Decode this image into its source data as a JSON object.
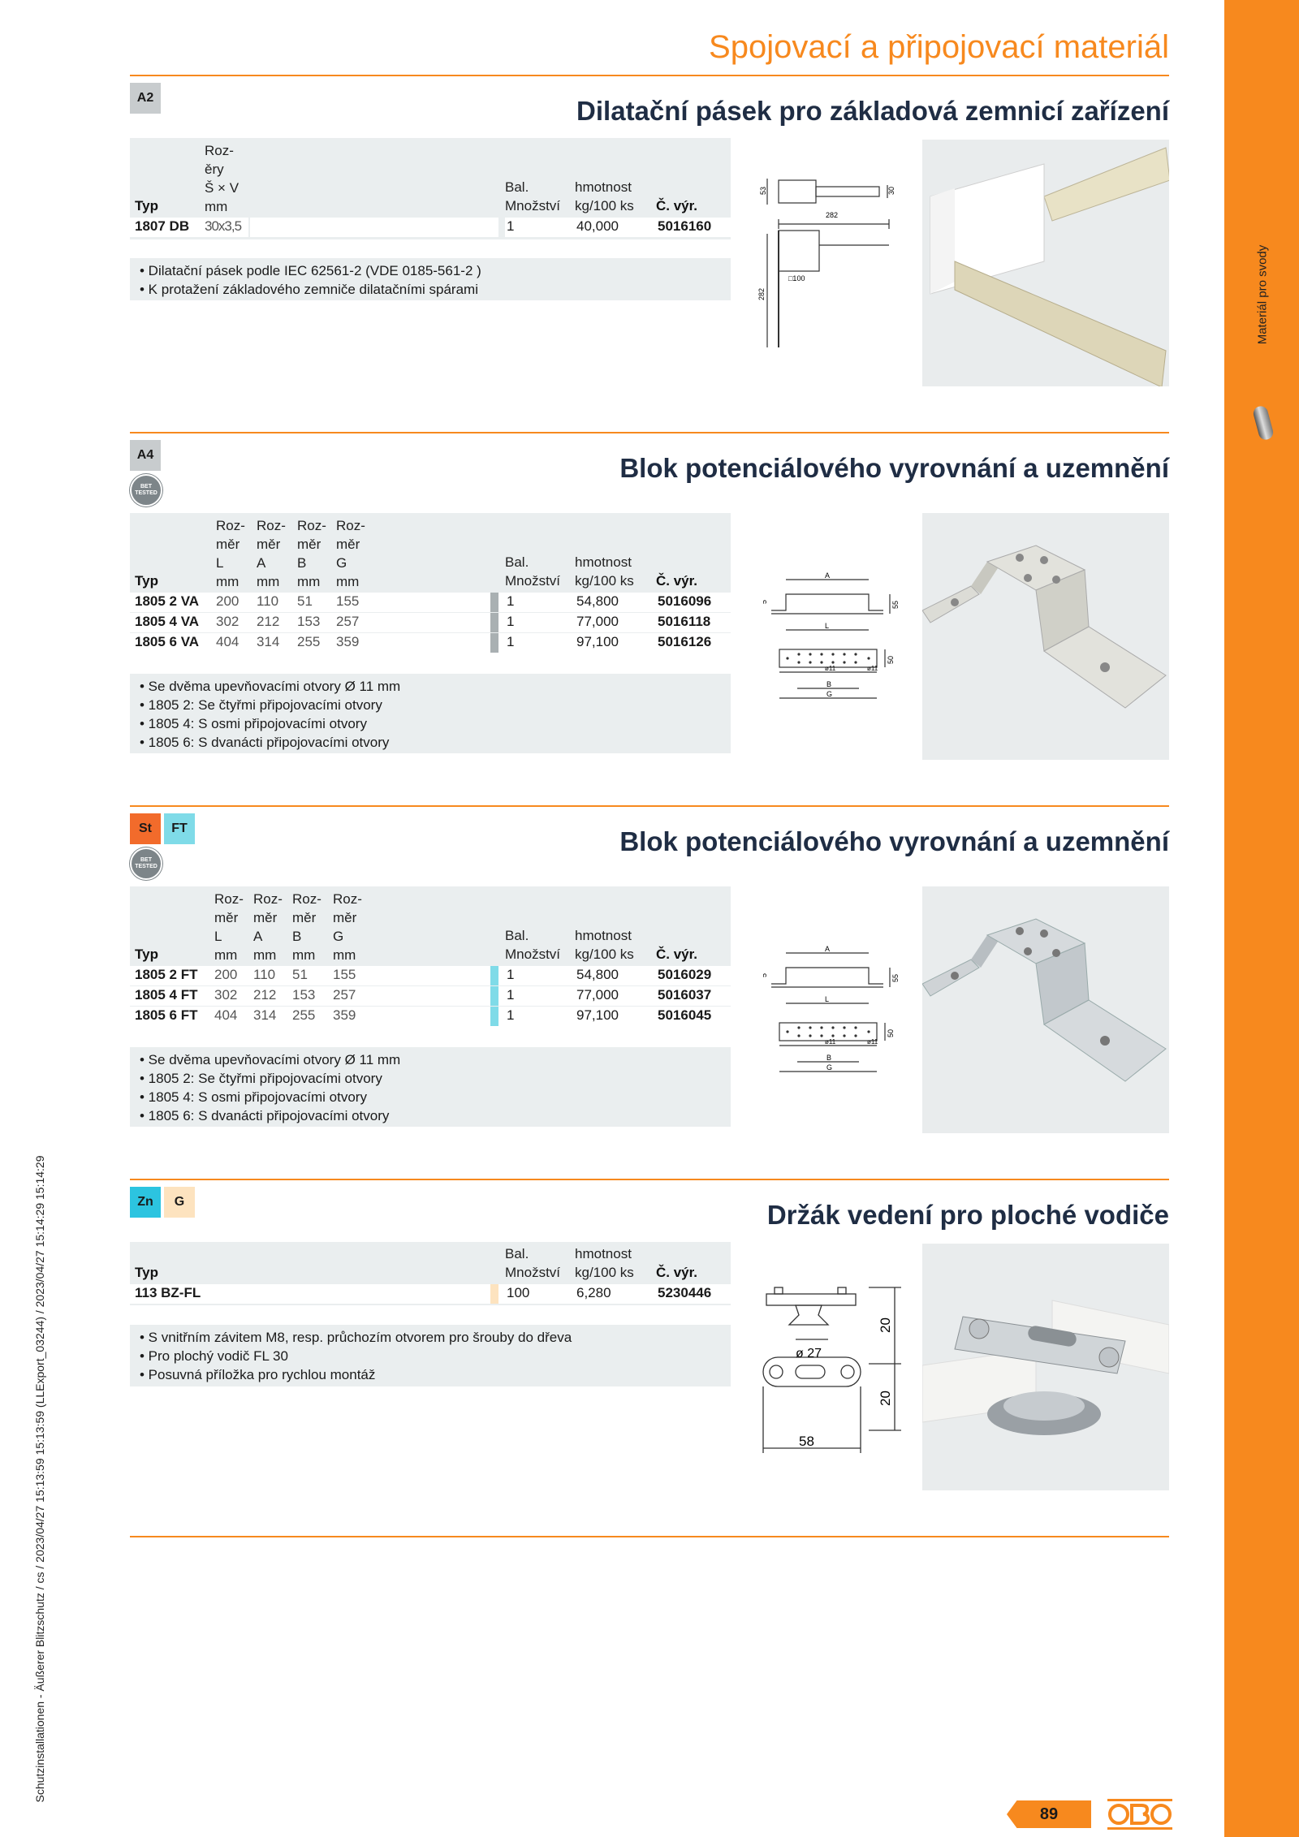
{
  "page_title": "Spojovací a připojovací materiál",
  "sidebar_label": "Materiál pro svody",
  "side_text": "Schutzinstallationen - Äußerer Blitzschutz / cs / 2023/04/27 15:13:59 15:13:59 (LLExport_03244) / 2023/04/27 15:14:29 15:14:29",
  "page_number": "89",
  "logo": "OBO",
  "sections": [
    {
      "badges": [
        "A2"
      ],
      "title": "Dilatační pásek pro základová zemnicí zařízení",
      "headers": {
        "dim1": "Roz-\něry\nŠ × V\nmm",
        "typ": "Typ",
        "bal": "Bal.\nMnožství",
        "hm": "hmotnost\nkg/100 ks",
        "cv": "Č. výr."
      },
      "rows": [
        {
          "typ": "1807 DB",
          "d1": "30x3,5",
          "bal": "1",
          "hm": "40,000",
          "cv": "5016160"
        }
      ],
      "notes": [
        "• Dilatační pásek podle IEC 62561-2 (VDE 0185-561-2 )",
        "• K protažení základového zemniče dilatačními spárami"
      ],
      "drawing_labels": [
        "53",
        "30",
        "282",
        "□100",
        "282"
      ]
    },
    {
      "badges": [
        "A4"
      ],
      "tested": "TESTED",
      "title": "Blok potenciálového vyrovnání a uzemnění",
      "headers": {
        "d1": "Roz-\nměr\nL\nmm",
        "d2": "Roz-\nměr\nA\nmm",
        "d3": "Roz-\nměr\nB\nmm",
        "d4": "Roz-\nměr\nG\nmm",
        "typ": "Typ",
        "bal": "Bal.\nMnožství",
        "hm": "hmotnost\nkg/100 ks",
        "cv": "Č. výr."
      },
      "rows": [
        {
          "typ": "1805 2 VA",
          "d1": "200",
          "d2": "110",
          "d3": "51",
          "d4": "155",
          "bal": "1",
          "hm": "54,800",
          "cv": "5016096"
        },
        {
          "typ": "1805 4 VA",
          "d1": "302",
          "d2": "212",
          "d3": "153",
          "d4": "257",
          "bal": "1",
          "hm": "77,000",
          "cv": "5016118"
        },
        {
          "typ": "1805 6 VA",
          "d1": "404",
          "d2": "314",
          "d3": "255",
          "d4": "359",
          "bal": "1",
          "hm": "97,100",
          "cv": "5016126"
        }
      ],
      "notes": [
        "• Se dvěma upevňovacími otvory Ø 11 mm",
        "• 1805 2: Se čtyřmi připojovacími otvory",
        "• 1805 4: S osmi připojovacími otvory",
        "• 1805 6: S dvanácti připojovacími otvory"
      ],
      "drawing_labels": [
        "A",
        "5",
        "55",
        "L",
        "ø11",
        "ø11",
        "50",
        "B",
        "G"
      ]
    },
    {
      "badges": [
        "St",
        "FT"
      ],
      "tested": "TESTED",
      "title": "Blok potenciálového vyrovnání a uzemnění",
      "headers": {
        "d1": "Roz-\nměr\nL\nmm",
        "d2": "Roz-\nměr\nA\nmm",
        "d3": "Roz-\nměr\nB\nmm",
        "d4": "Roz-\nměr\nG\nmm",
        "typ": "Typ",
        "bal": "Bal.\nMnožství",
        "hm": "hmotnost\nkg/100 ks",
        "cv": "Č. výr."
      },
      "rows": [
        {
          "typ": "1805 2 FT",
          "d1": "200",
          "d2": "110",
          "d3": "51",
          "d4": "155",
          "bal": "1",
          "hm": "54,800",
          "cv": "5016029"
        },
        {
          "typ": "1805 4 FT",
          "d1": "302",
          "d2": "212",
          "d3": "153",
          "d4": "257",
          "bal": "1",
          "hm": "77,000",
          "cv": "5016037"
        },
        {
          "typ": "1805 6 FT",
          "d1": "404",
          "d2": "314",
          "d3": "255",
          "d4": "359",
          "bal": "1",
          "hm": "97,100",
          "cv": "5016045"
        }
      ],
      "notes": [
        "• Se dvěma upevňovacími otvory Ø 11 mm",
        "• 1805 2: Se čtyřmi připojovacími otvory",
        "• 1805 4: S osmi připojovacími otvory",
        "• 1805 6: S dvanácti připojovacími otvory"
      ],
      "drawing_labels": [
        "A",
        "5",
        "55",
        "L",
        "ø11",
        "ø11",
        "50",
        "B",
        "G"
      ]
    },
    {
      "badges": [
        "Zn",
        "G"
      ],
      "title": "Držák vedení pro ploché vodiče",
      "headers": {
        "typ": "Typ",
        "bal": "Bal.\nMnožství",
        "hm": "hmotnost\nkg/100 ks",
        "cv": "Č. výr."
      },
      "rows": [
        {
          "typ": "113 BZ-FL",
          "bal": "100",
          "hm": "6,280",
          "cv": "5230446"
        }
      ],
      "notes": [
        "• S vnitřním závitem M8, resp. průchozím otvorem pro šrouby do dřeva",
        "• Pro plochý vodič FL 30",
        "• Posuvná příložka pro rychlou montáž"
      ],
      "drawing_labels": [
        "20",
        "ø 27",
        "20",
        "58"
      ]
    }
  ],
  "colors": {
    "accent": "#f7891e",
    "title": "#1f2d44",
    "table_bg": "#eaeeef",
    "va_strip": "#a9b0b2",
    "ft_strip": "#7fdbe8",
    "g_strip": "#fde3bf"
  }
}
